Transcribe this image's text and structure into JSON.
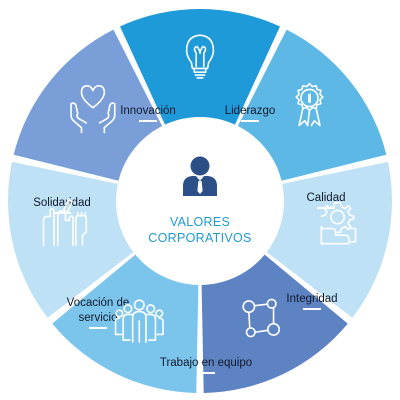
{
  "center": {
    "line1": "VALORES",
    "line2": "CORPORATIVOS",
    "icon": "businessman-icon",
    "title_color": "#1e9ad6",
    "icon_color": "#2d4f87"
  },
  "segments": [
    {
      "id": "innovacion",
      "lines": [
        "Innovación"
      ],
      "icon": "lightbulb-icon",
      "color": "#1f9ad8"
    },
    {
      "id": "liderazgo",
      "lines": [
        "Liderazgo"
      ],
      "icon": "award-ribbon-icon",
      "color": "#5eb8e6"
    },
    {
      "id": "calidad",
      "lines": [
        "Calidad"
      ],
      "icon": "quality-gear-hand-icon",
      "color": "#bfe1f5"
    },
    {
      "id": "integridad",
      "lines": [
        "Integridad"
      ],
      "icon": "connected-nodes-icon",
      "color": "#5e83c2"
    },
    {
      "id": "trabajo-en-equipo",
      "lines": [
        "Trabajo en equipo"
      ],
      "icon": "team-people-icon",
      "color": "#7bc5ec"
    },
    {
      "id": "vocacion-de-servicio",
      "lines": [
        "Vocación de",
        "servicio"
      ],
      "icon": "raised-hands-icon",
      "color": "#bfe1f5"
    },
    {
      "id": "solidaridad",
      "lines": [
        "Solidaridad"
      ],
      "icon": "heart-hands-icon",
      "color": "#7a9fd8"
    }
  ]
}
